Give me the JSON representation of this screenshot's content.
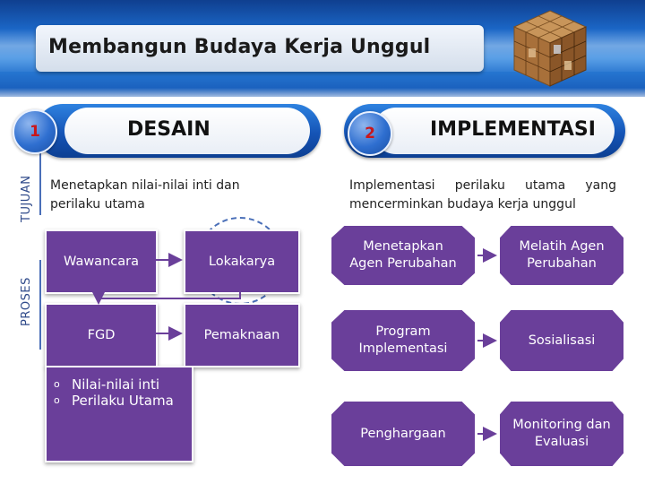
{
  "header": {
    "title": "Membangun Budaya Kerja Unggul"
  },
  "icons": {
    "decor": "cube-collage-icon"
  },
  "side_labels": {
    "tujuan": "TUJUAN",
    "proses": "PROSES"
  },
  "section1": {
    "number": "1",
    "label": "DESAIN",
    "description_line1": "Menetapkan nilai-nilai inti dan",
    "description_line2": "perilaku utama",
    "boxes": {
      "wawancara": "Wawancara",
      "lokakarya": "Lokakarya",
      "fgd": "FGD",
      "pemaknaan": "Pemaknaan"
    },
    "bullets": [
      "Nilai-nilai inti",
      "Perilaku Utama"
    ],
    "bullet_marker": "o"
  },
  "section2": {
    "number": "2",
    "label": "IMPLEMENTASI",
    "description_w1": "Implementasi",
    "description_w2": "perilaku",
    "description_w3": "utama",
    "description_w4": "yang",
    "description_line2": "mencerminkan budaya kerja unggul",
    "boxes": {
      "agen_line1": "Menetapkan",
      "agen_line2": "Agen Perubahan",
      "melatih_line1": "Melatih Agen",
      "melatih_line2": "Perubahan",
      "program_line1": "Program",
      "program_line2": "Implementasi",
      "sosialisasi": "Sosialisasi",
      "penghargaan": "Penghargaan",
      "monitoring_line1": "Monitoring dan",
      "monitoring_line2": "Evaluasi"
    }
  },
  "colors": {
    "box_purple": "#6a3f9a",
    "header_blue": "#1b66c6",
    "number_red": "#c9171b"
  }
}
